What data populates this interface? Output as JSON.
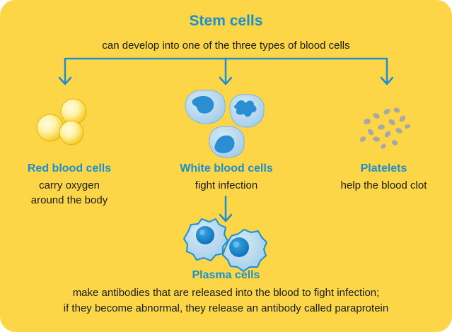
{
  "title": "Stem cells",
  "subtitle": "can develop into one of the three types of blood cells",
  "red": {
    "heading": "Red blood cells",
    "line1": "carry oxygen",
    "line2": "around the body"
  },
  "white": {
    "heading": "White blood cells",
    "line1": "fight infection"
  },
  "platelets": {
    "heading": "Platelets",
    "line1": "help the blood clot"
  },
  "plasma": {
    "heading": "Plasma cells",
    "line1": "make antibodies that are released into the blood to fight infection;",
    "line2": "if they become abnormal, they release an antibody called paraprotein"
  },
  "colors": {
    "background": "#fcd646",
    "accent": "#1b8fd0",
    "text": "#1a1a1a",
    "platelet": "#a8a8a8"
  }
}
